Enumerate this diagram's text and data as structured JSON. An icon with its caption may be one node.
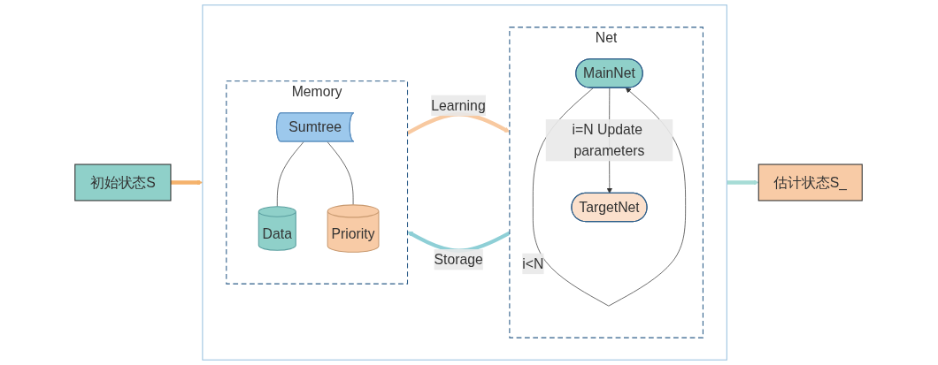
{
  "diagram": {
    "nodes": [
      {
        "text": [
          "初始状态S"
        ]
      },
      {
        "text": [],
        "shape": "box"
      },
      {
        "text": [
          "Net"
        ],
        "in": 1
      },
      {
        "text": [
          "MainNet"
        ],
        "in": 2
      },
      {
        "text": [
          "TargetNet"
        ],
        "in": 2
      },
      {
        "text": [
          "Memory"
        ],
        "in": 1
      },
      {
        "text": [
          "Sumtree"
        ],
        "in": 5
      },
      {
        "text": [
          "Data"
        ],
        "in": 5
      },
      {
        "text": [
          "Priority"
        ],
        "in": 5
      },
      {
        "text": [
          "估计状态S_"
        ]
      }
    ],
    "edges": [
      {
        "from": 0,
        "to": 1,
        "arrow": "to",
        "style": "thick",
        "color": "#f5b26b"
      },
      {
        "from": 3,
        "to": 3,
        "arrow": "to",
        "label": "i<N"
      },
      {
        "from": 3,
        "to": 4,
        "arrow": "to",
        "label": "i=N Update parameters"
      },
      {
        "from": 2,
        "to": 5,
        "arrow": "to",
        "label": "Storage",
        "style": "thick",
        "color": "#8ecfd6"
      },
      {
        "from": 5,
        "to": 2,
        "arrow": "to",
        "label": "Learning",
        "style": "thick",
        "color": "#f8c9a0"
      },
      {
        "from": 6,
        "to": 7,
        "arrow": "none"
      },
      {
        "from": 6,
        "to": 8,
        "arrow": "none"
      },
      {
        "from": 1,
        "to": 9,
        "arrow": "to",
        "style": "thick",
        "color": "#a6dcd6"
      }
    ]
  }
}
